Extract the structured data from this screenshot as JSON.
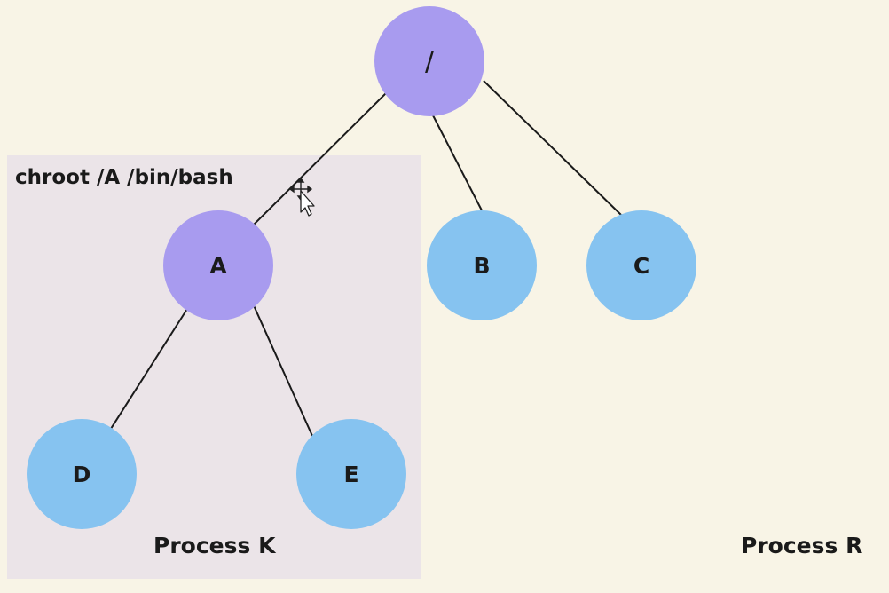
{
  "diagram": {
    "chroot_command": "chroot /A /bin/bash",
    "process_k_label": "Process K",
    "process_r_label": "Process R",
    "nodes": [
      {
        "id": "root",
        "label": "/",
        "color": "#a89bef"
      },
      {
        "id": "a",
        "label": "A",
        "color": "#a89bef"
      },
      {
        "id": "b",
        "label": "B",
        "color": "#86c3f0"
      },
      {
        "id": "c",
        "label": "C",
        "color": "#86c3f0"
      },
      {
        "id": "d",
        "label": "D",
        "color": "#86c3f0"
      },
      {
        "id": "e",
        "label": "E",
        "color": "#86c3f0"
      }
    ],
    "edges": [
      {
        "from": "root",
        "to": "a"
      },
      {
        "from": "root",
        "to": "b"
      },
      {
        "from": "root",
        "to": "c"
      },
      {
        "from": "a",
        "to": "d"
      },
      {
        "from": "a",
        "to": "e"
      }
    ],
    "colors": {
      "background": "#f8f4e6",
      "chroot_box": "#ebe4e8",
      "directory_purple": "#a89bef",
      "directory_blue": "#86c3f0"
    },
    "cursor_icon": "move-cursor-icon"
  }
}
